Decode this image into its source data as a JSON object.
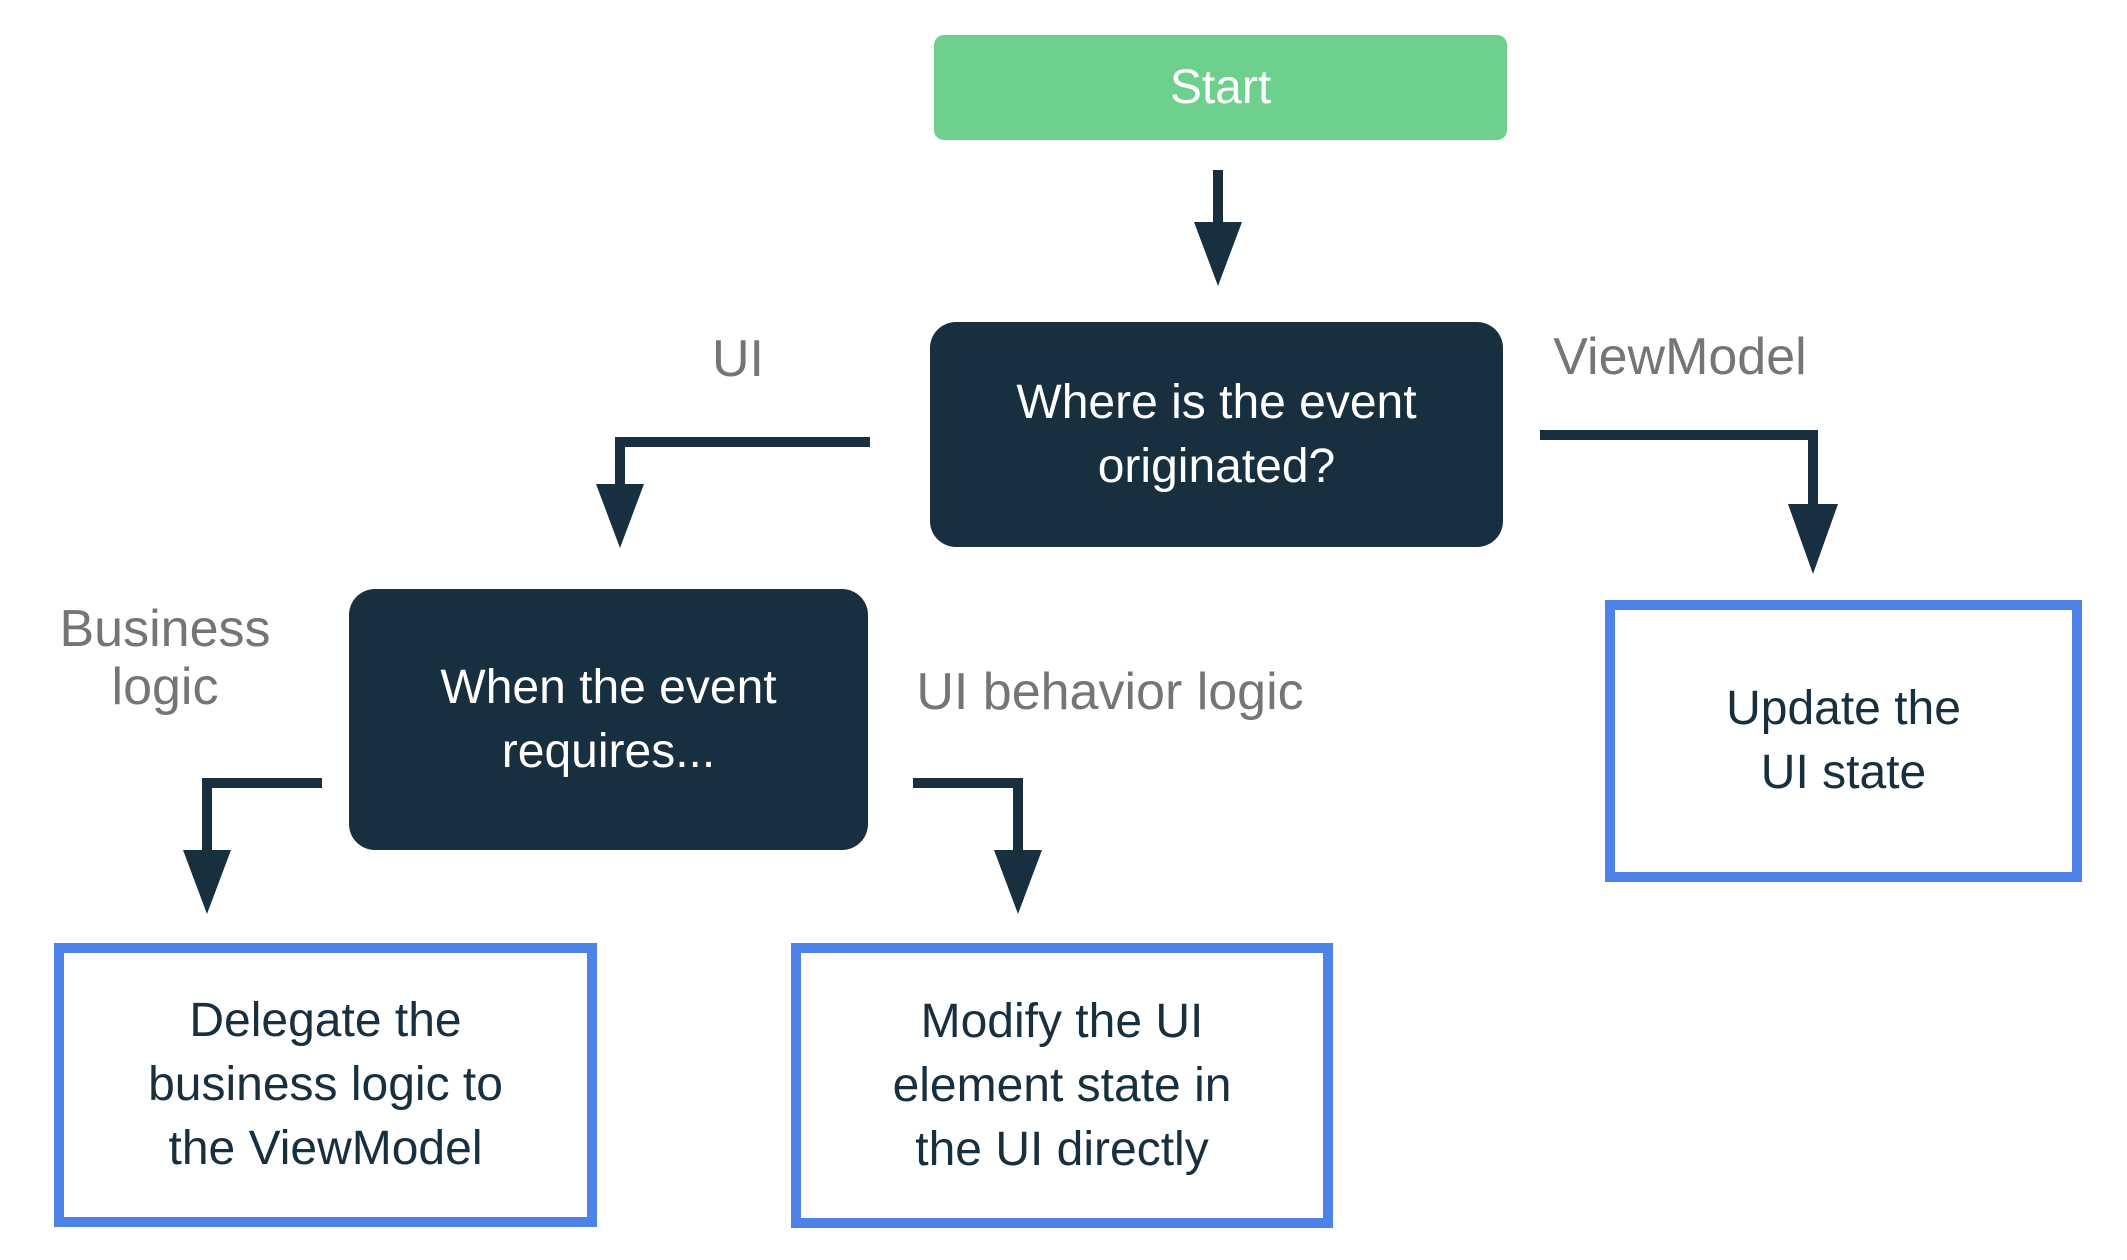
{
  "colors": {
    "start_green": "#6DD08C",
    "node_navy": "#172F3E",
    "label_gray": "#757575",
    "outcome_blue_border": "#4D82E9",
    "node_text_white": "#FFFFFF"
  },
  "nodes": {
    "start": {
      "label": "Start"
    },
    "origin_question": {
      "line1": "Where is the event",
      "line2": "originated?"
    },
    "requires_question": {
      "line1": "When the event",
      "line2": "requires..."
    },
    "update_ui_state": {
      "line1": "Update the",
      "line2": "UI state"
    },
    "delegate_business": {
      "line1": "Delegate the",
      "line2": "business logic to",
      "line3": "the ViewModel"
    },
    "modify_ui": {
      "line1": "Modify the UI",
      "line2": "element state in",
      "line3": "the UI directly"
    }
  },
  "edge_labels": {
    "ui": "UI",
    "viewmodel": "ViewModel",
    "business_logic_line1": "Business",
    "business_logic_line2": "logic",
    "ui_behavior_logic": "UI behavior logic"
  }
}
